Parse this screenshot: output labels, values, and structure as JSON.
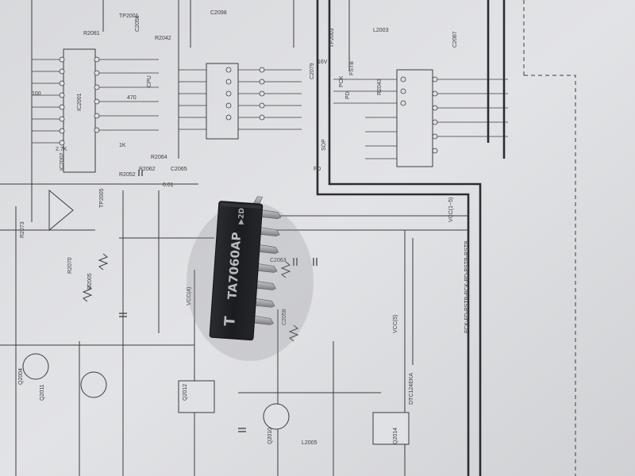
{
  "photo": {
    "subject": "",
    "chip": {
      "logo": "T",
      "part_number": "TA7060AP",
      "lot_code": "▶2D"
    },
    "schematic_labels": [
      "TP2001",
      "R2081",
      "C2056",
      "TP2003",
      "FSTB",
      "PD",
      "PCK",
      "IC2001",
      "C2098",
      "R2042",
      "C2079",
      "R2043",
      "C2087",
      "TP2005",
      "R2062",
      "C2065",
      "R2064",
      "R2052",
      "C2063",
      "IC2002",
      "Q2004",
      "Q2011",
      "Q2012",
      "Q2010",
      "Q2014",
      "L2003",
      "L2005",
      "D2005",
      "R2070",
      "R2073",
      "C2058",
      "VCC(4)",
      "VCC(5)",
      "VCC(1~5)",
      "FD",
      "2.7K",
      "470",
      "100",
      "1K",
      "0.01",
      "16V",
      "SOP",
      "DTC124EKA",
      "CPU",
      "FCK-FD-PSTB-PCK-PD-PSTB-RSTB"
    ]
  },
  "colors": {
    "paper": "#dfe0e3",
    "ink": "#2e3036",
    "chip_body": "#1d1f22",
    "chip_text": "#b8bac0",
    "lead": "#9da0a6"
  }
}
